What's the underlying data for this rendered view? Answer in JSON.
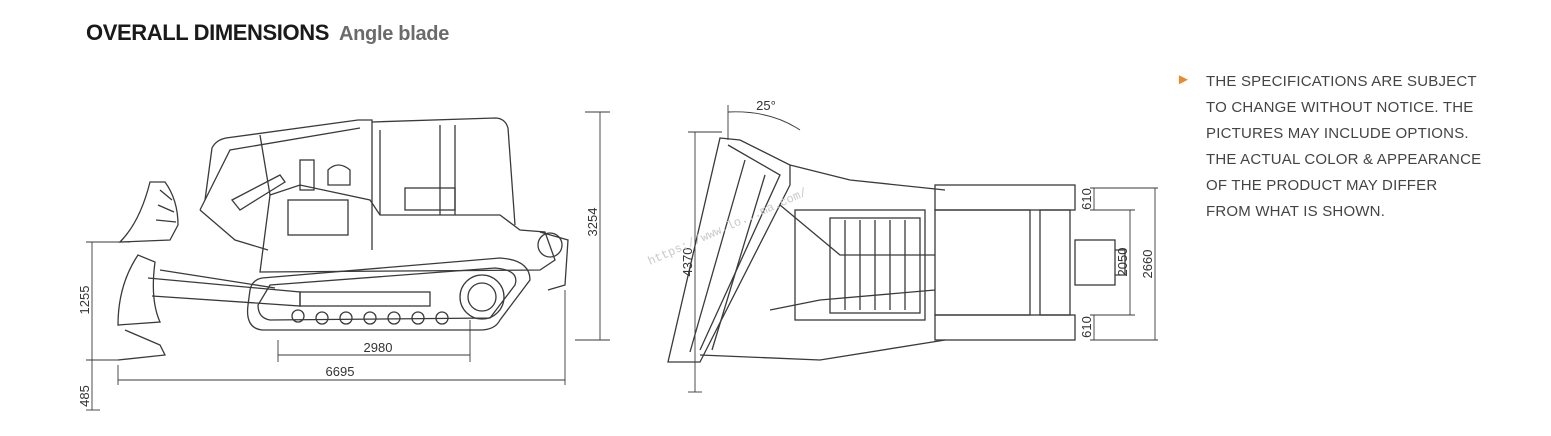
{
  "heading": {
    "title": "OVERALL DIMENSIONS",
    "subtitle": "Angle blade"
  },
  "colors": {
    "accent": "#e98a2b",
    "line": "#3a3a3a"
  },
  "side_view": {
    "dims": {
      "height_total": "3254",
      "blade_height": "1255",
      "track_length": "2980",
      "overall_length": "6695",
      "dig_depth": "485"
    }
  },
  "top_view": {
    "dims": {
      "blade_width": "4370",
      "blade_angle": "25°",
      "track_shoe_top": "610",
      "track_gauge": "2050",
      "track_shoe_bottom": "610",
      "overall_width": "2660"
    },
    "watermark": "https://www.lo...ma.com/"
  },
  "note": {
    "icon": "triangle-right-icon",
    "lines": [
      "THE SPECIFICATIONS ARE SUBJECT",
      "TO CHANGE WITHOUT NOTICE. THE",
      "PICTURES MAY INCLUDE OPTIONS.",
      "THE ACTUAL COLOR & APPEARANCE",
      "OF THE PRODUCT MAY DIFFER",
      "FROM WHAT IS SHOWN."
    ]
  }
}
